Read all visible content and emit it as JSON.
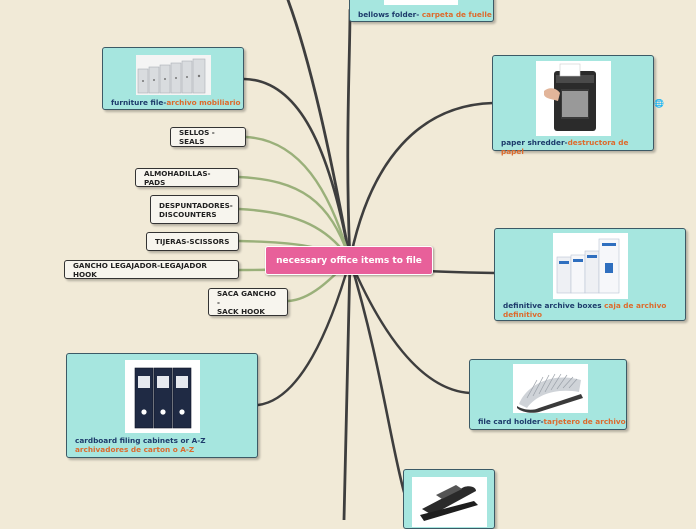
{
  "central": {
    "label": "necessary office items to file"
  },
  "nodes": [
    {
      "id": "bellows-folder",
      "en": "bellows folder",
      "es": "carpeta de fuelle"
    },
    {
      "id": "furniture-file",
      "en": "furniture file",
      "es": "archivo mobiliario"
    },
    {
      "id": "paper-shredder",
      "en": "paper shredder",
      "es": "destructora de papel"
    },
    {
      "id": "archive-boxes",
      "en": "definitive archive boxes",
      "es": "caja de archivo definitivo"
    },
    {
      "id": "file-card-holder",
      "en": "file card holder",
      "es": "tarjetero de archivo"
    },
    {
      "id": "filing-cabinets",
      "en": "cardboard filing cabinets or A-Z",
      "es": "archivadores de carton o A-Z"
    }
  ],
  "labels": [
    {
      "text": "SELLOS -SEALS"
    },
    {
      "text": "ALMOHADILLAS-PADS"
    },
    {
      "text": "DESPUNTADORES-\nDISCOUNTERS"
    },
    {
      "text": "TIJERAS-SCISSORS"
    },
    {
      "text": "GANCHO LEGAJADOR-LEGAJADOR HOOK"
    },
    {
      "text": "SACA GANCHO -\nSACK HOOK"
    }
  ],
  "colors": {
    "background": "#f1ead7",
    "central": "#e8609a",
    "node_fill": "#a6e6df",
    "branch_dark": "#3e3e3e",
    "branch_green": "#9ab07a",
    "english_text": "#1d3b6b",
    "spanish_text": "#dd6a2c"
  },
  "icons": {
    "hyperlink": "globe-icon"
  }
}
